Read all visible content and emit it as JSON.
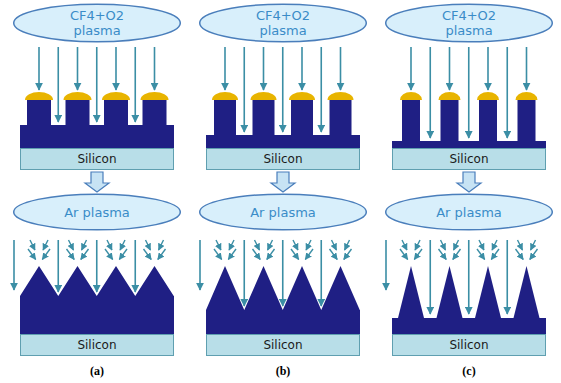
{
  "diagram": {
    "nodes": [
      {
        "text": [
          "CF4+O2 plasma"
        ]
      },
      {
        "text": [
          "CF4+O2 plasma"
        ]
      },
      {
        "text": [
          "CF4+O2 plasma"
        ]
      },
      {
        "text": [
          "Silicon"
        ]
      },
      {
        "text": [
          "Silicon"
        ]
      },
      {
        "text": [
          "Silicon"
        ]
      },
      {
        "text": [
          "Ar plasma"
        ]
      },
      {
        "text": [
          "Ar plasma"
        ]
      },
      {
        "text": [
          "Ar plasma"
        ]
      },
      {
        "text": [
          "Silicon"
        ]
      },
      {
        "text": [
          "Silicon"
        ]
      },
      {
        "text": [
          "Silicon"
        ]
      }
    ],
    "edges": [
      {
        "from": 3,
        "to": 6,
        "arrow": "to"
      },
      {
        "from": 4,
        "to": 7,
        "arrow": "to"
      },
      {
        "from": 5,
        "to": 8,
        "arrow": "to"
      }
    ],
    "labels": [
      "(a)",
      "(b)",
      "(c)"
    ]
  }
}
